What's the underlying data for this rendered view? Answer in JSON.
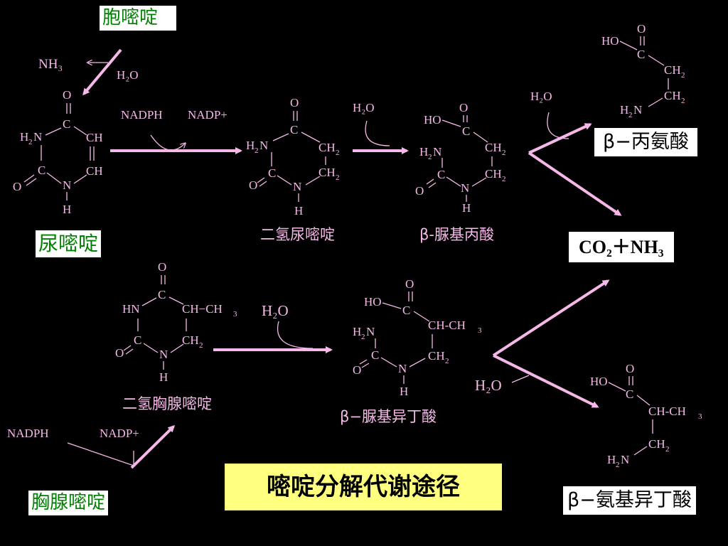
{
  "title": "嘧啶分解代谢途径",
  "boxes": {
    "cytosine": "胞嘧啶",
    "uracil": "尿嘧啶",
    "thymine": "胸腺嘧啶",
    "beta_alanine": "β−丙氨酸",
    "co2_nh3": "CO₂＋NH₃",
    "beta_aminoisobutyrate": "β−氨基异丁酸"
  },
  "labels": {
    "dihydrouracil": "二氢尿嘧啶",
    "beta_ureidopropionate": "β-脲基丙酸",
    "dihydrothymine": "二氢胸腺嘧啶",
    "beta_ureidoisobutyrate": "β−脲基异丁酸"
  },
  "reagents": {
    "nh3": "NH₃",
    "h2o_top": "H₂O",
    "nadph_top": "NADPH",
    "nadp_top": "NADP+",
    "h2o_2": "H₂O",
    "h2o_3": "H₂O",
    "h2o_mid": "H₂O",
    "h2o_low": "H₂O",
    "nadph_bottom": "NADPH",
    "nadp_bottom": "NADP+"
  },
  "colors": {
    "background": "#000000",
    "pink": "#f5b8e8",
    "box_text_green": "#008000",
    "title_bg": "#ffff80"
  }
}
